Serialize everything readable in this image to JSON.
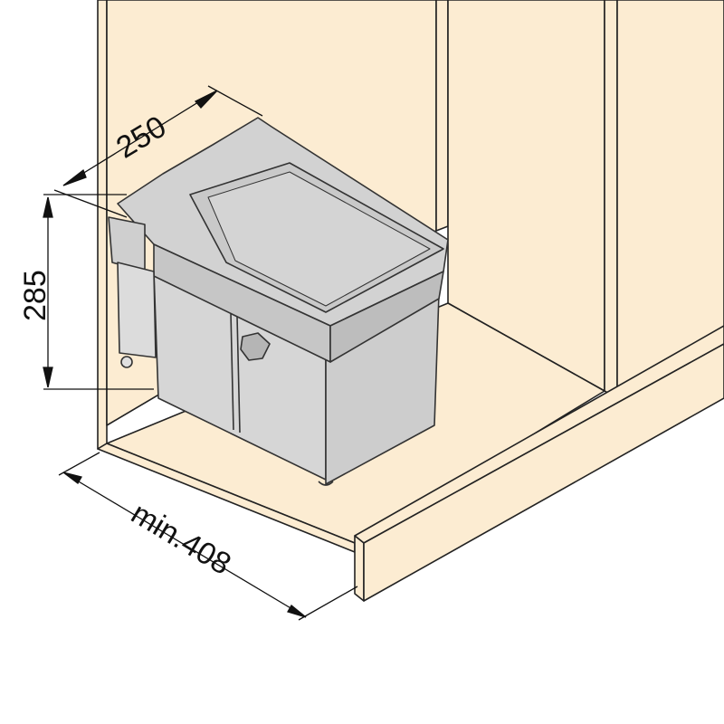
{
  "diagram": {
    "subject": "pull-out waste bin in base cabinet",
    "colors": {
      "cabinet": "#fcecd2",
      "cabinet_edge": "#222222",
      "bin_body": "#d9d9d9",
      "bin_lid": "#cfcfcf",
      "bin_dark": "#b8b8b8",
      "background": "#ffffff"
    },
    "dimensions": {
      "depth": {
        "label": "250"
      },
      "height": {
        "label": "285"
      },
      "cabinet_width": {
        "label": "min.408"
      }
    }
  }
}
